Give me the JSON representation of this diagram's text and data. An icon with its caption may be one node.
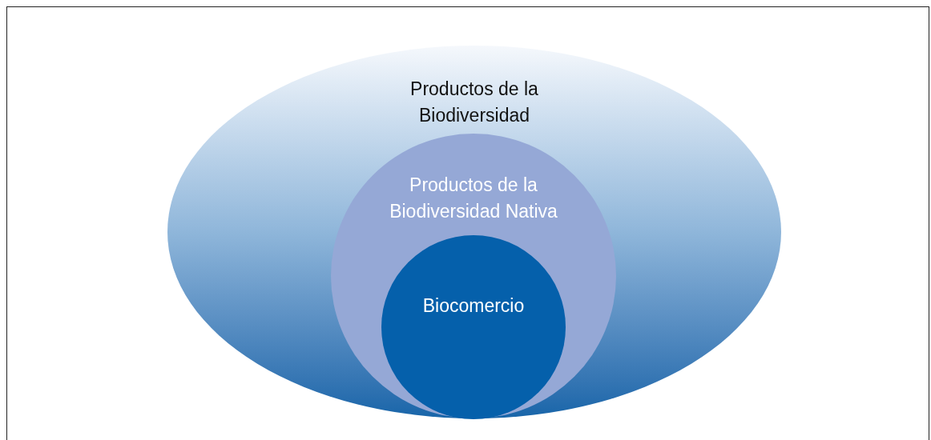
{
  "diagram": {
    "nodes": [
      {
        "text": [
          "Productos de la Biodiversidad"
        ]
      },
      {
        "text": [
          "Productos de la Biodiversidad Nativa"
        ],
        "in": 0
      },
      {
        "text": [
          "Biocomercio"
        ],
        "in": 1
      }
    ]
  }
}
